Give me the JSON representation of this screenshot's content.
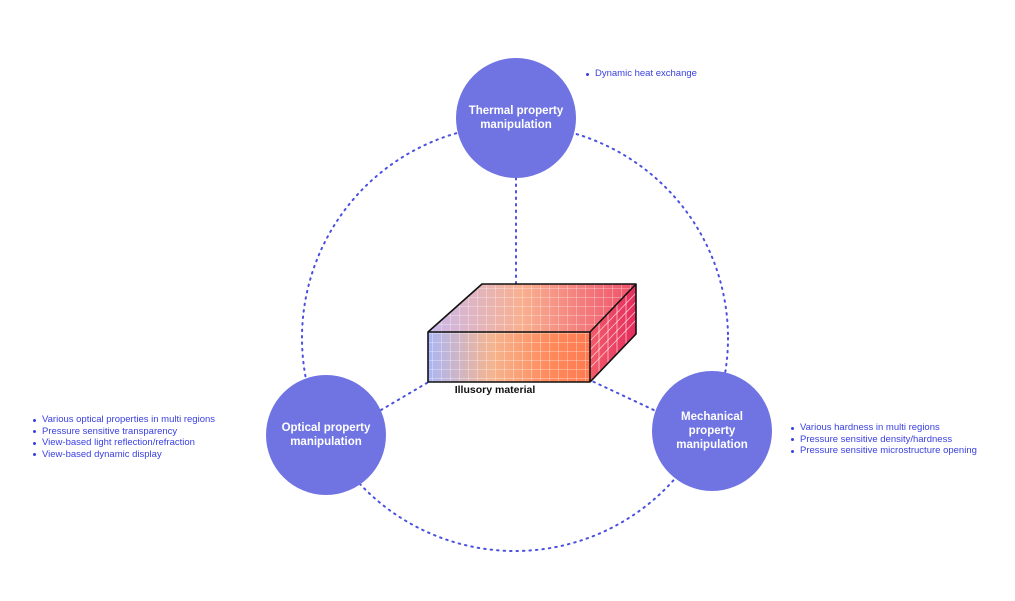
{
  "center": {
    "label": "Illusory material"
  },
  "nodes": {
    "thermal": {
      "label": "Thermal property\nmanipulation",
      "bullets": [
        "Dynamic heat exchange"
      ]
    },
    "optical": {
      "label": "Optical property\nmanipulation",
      "bullets": [
        "Various optical properties in multi regions",
        "Pressure sensitive transparency",
        "View-based light reflection/refraction",
        "View-based dynamic display"
      ]
    },
    "mechanical": {
      "label": "Mechanical\nproperty\nmanipulation",
      "bullets": [
        "Various hardness in multi regions",
        "Pressure sensitive density/hardness",
        "Pressure sensitive microstructure opening"
      ]
    }
  },
  "colors": {
    "node_fill": "#6f74e2",
    "bullet_text": "#3a40e0",
    "connector": "#4a50e0",
    "material_gradient": [
      "#a9b3f5",
      "#f7b08a",
      "#ff7a5a",
      "#e8325e"
    ]
  },
  "connectors": {
    "style": "dotted",
    "outer_ring": true
  }
}
